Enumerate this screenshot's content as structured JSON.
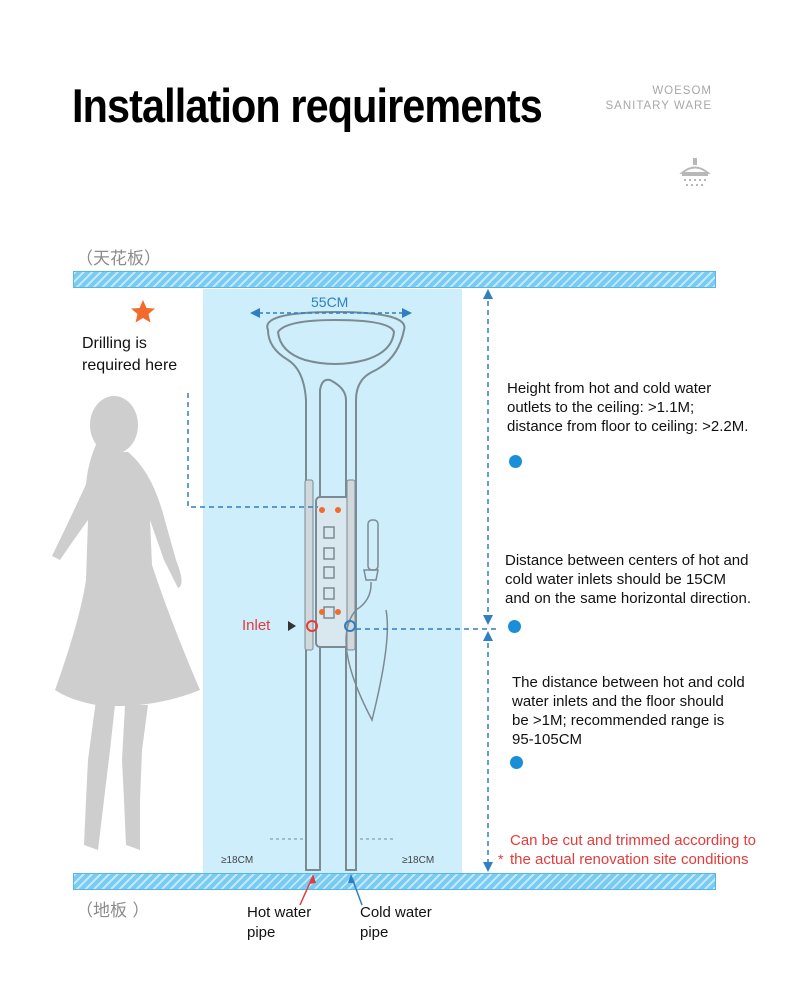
{
  "header": {
    "title": "Installation requirements",
    "brand_line1": "WOESOM",
    "brand_line2": "SANITARY WARE"
  },
  "labels": {
    "ceiling": "（天花板）",
    "floor": "（地板 ）",
    "width": "55CM",
    "drilling": "Drilling is required here",
    "inlet": "Inlet",
    "left_gap": "≥18CM",
    "right_gap": "≥18CM",
    "hot_pipe": "Hot water pipe",
    "cold_pipe": "Cold water pipe"
  },
  "notes": {
    "height_ceiling": [
      "Height from hot and cold water",
      " outlets to the ceiling: >1.1M;",
      "distance from floor to ceiling: >2.2M."
    ],
    "inlet_spacing": [
      "Distance between centers of hot and",
      " cold water inlets should be 15CM",
      " and on the same horizontal direction."
    ],
    "inlet_floor": [
      "The distance between hot and cold",
      "water inlets and the floor should",
      " be >1M; recommended range is",
      "95-105CM"
    ],
    "trim": [
      "Can be cut and trimmed according to",
      "the actual renovation site conditions"
    ]
  },
  "colors": {
    "hatch": "#78cbf2",
    "wall_zone": "#cdeefa",
    "dimension_line": "#2f7fc4",
    "dot": "#1a8fd8",
    "warning_text": "#e53b3b",
    "star": "#f26b2d"
  },
  "icons": {
    "brand": "shower-head-icon",
    "drill_marker": "star-icon"
  }
}
